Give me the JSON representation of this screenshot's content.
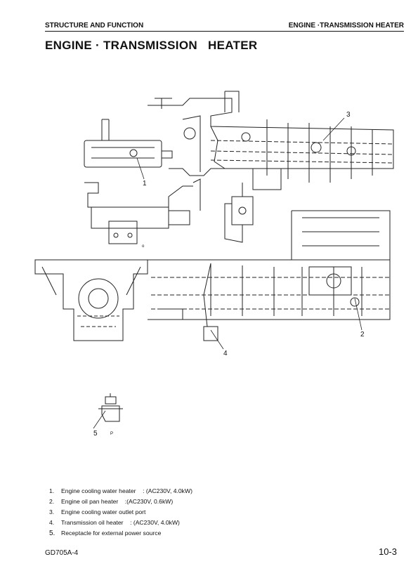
{
  "header": {
    "left": "STRUCTURE AND FUNCTION",
    "right": "ENGINE  ·TRANSMISSION HEATER"
  },
  "title": "ENGINE · TRANSMISSION   HEATER",
  "callouts": {
    "c1": "1",
    "c2": "2",
    "c3": "3",
    "c4": "4",
    "c5": "5",
    "small_o": "o",
    "small_p": "P"
  },
  "legend": [
    {
      "num": "1.",
      "text": "Engine cooling water heater    : (AC230V, 4.0kW)"
    },
    {
      "num": "2.",
      "text": "Engine oil pan heater    :(AC230V, 0.6kW)"
    },
    {
      "num": "3.",
      "text": "Engine cooling water outlet port"
    },
    {
      "num": "4.",
      "text": "Transmission oil heater    : (AC230V, 4.0kW)"
    },
    {
      "num": "5.",
      "text": "Receptacle for external power source"
    }
  ],
  "footer": {
    "model": "GD705A-4",
    "page": "10-3"
  }
}
